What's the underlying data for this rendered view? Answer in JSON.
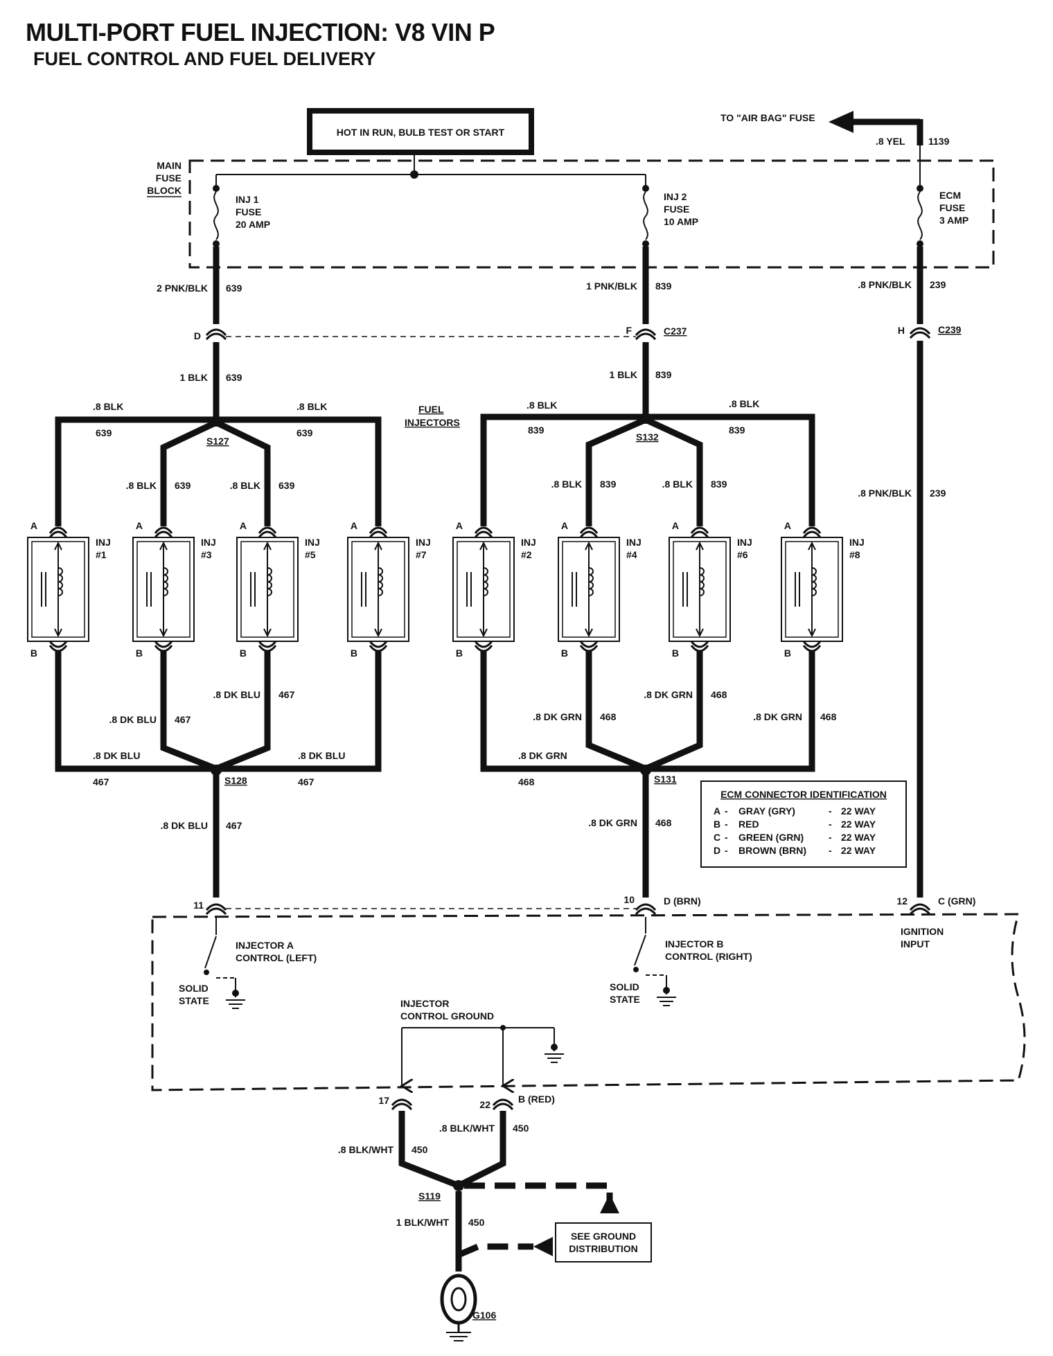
{
  "title": "MULTI-PORT FUEL INJECTION:  V8  VIN P",
  "subtitle": "FUEL CONTROL AND FUEL DELIVERY",
  "power_box": "HOT IN RUN, BULB TEST OR START",
  "air_bag": "TO \"AIR BAG\" FUSE",
  "yel_wire": ".8 YEL",
  "yel_circuit": "1139",
  "main_fuse_block": [
    "MAIN",
    "FUSE",
    "BLOCK"
  ],
  "fuses": [
    {
      "lines": [
        "INJ 1",
        "FUSE",
        "20 AMP"
      ]
    },
    {
      "lines": [
        "INJ 2",
        "FUSE",
        "10 AMP"
      ]
    },
    {
      "lines": [
        "ECM",
        "FUSE",
        "3 AMP"
      ]
    }
  ],
  "wires": {
    "w1_top": "2 PNK/BLK",
    "w1_top_c": "639",
    "w2_top": "1 PNK/BLK",
    "w2_top_c": "839",
    "w3_top": ".8 PNK/BLK",
    "w3_top_c": "239",
    "w1_mid": "1 BLK",
    "w1_mid_c": "639",
    "w2_mid": "1 BLK",
    "w2_mid_c": "839",
    "w3_long": ".8 PNK/BLK",
    "w3_long_c": "239"
  },
  "connectors": {
    "d_pin": "D",
    "f_pin": "F",
    "c237": "C237",
    "h_pin": "H",
    "c239": "C239"
  },
  "fuel_injectors_label": [
    "FUEL",
    "INJECTORS"
  ],
  "splices": {
    "s127": "S127",
    "s132": "S132",
    "s128": "S128",
    "s131": "S131",
    "s119": "S119"
  },
  "bank_left": {
    "feed_wire": ".8 BLK",
    "feed_circuit": "639",
    "ret_wire": ".8 DK BLU",
    "ret_circuit": "467"
  },
  "bank_right": {
    "feed_wire": ".8 BLK",
    "feed_circuit": "839",
    "ret_wire": ".8 DK GRN",
    "ret_circuit": "468"
  },
  "injectors": [
    {
      "name": "INJ",
      "num": "#1"
    },
    {
      "name": "INJ",
      "num": "#3"
    },
    {
      "name": "INJ",
      "num": "#5"
    },
    {
      "name": "INJ",
      "num": "#7"
    },
    {
      "name": "INJ",
      "num": "#2"
    },
    {
      "name": "INJ",
      "num": "#4"
    },
    {
      "name": "INJ",
      "num": "#6"
    },
    {
      "name": "INJ",
      "num": "#8"
    }
  ],
  "pin_a": "A",
  "pin_b": "B",
  "ecm_id": {
    "title": "ECM CONNECTOR IDENTIFICATION",
    "rows": [
      {
        "letter": "A",
        "color": "GRAY (GRY)",
        "way": "22 WAY"
      },
      {
        "letter": "B",
        "color": "RED",
        "way": "22 WAY"
      },
      {
        "letter": "C",
        "color": "GREEN (GRN)",
        "way": "22 WAY"
      },
      {
        "letter": "D",
        "color": "BROWN (BRN)",
        "way": "22 WAY"
      }
    ]
  },
  "ecm": {
    "pin11": "11",
    "pin10": "10",
    "d_brn": "D  (BRN)",
    "pin12": "12",
    "c_grn": "C  (GRN)",
    "ignition": [
      "IGNITION",
      "INPUT"
    ],
    "inj_a": [
      "INJECTOR A",
      "CONTROL (LEFT)"
    ],
    "inj_b": [
      "INJECTOR B",
      "CONTROL (RIGHT)"
    ],
    "solid_state": [
      "SOLID",
      "STATE"
    ],
    "ctrl_ground": [
      "INJECTOR",
      "CONTROL GROUND"
    ],
    "pin17": "17",
    "pin22": "22",
    "b_red": "B  (RED)"
  },
  "ground": {
    "w17": ".8 BLK/WHT",
    "w17_c": "450",
    "w22": ".8 BLK/WHT",
    "w22_c": "450",
    "w_main": "1 BLK/WHT",
    "w_main_c": "450",
    "see_ground": [
      "SEE GROUND",
      "DISTRIBUTION"
    ],
    "g106": "G106"
  }
}
